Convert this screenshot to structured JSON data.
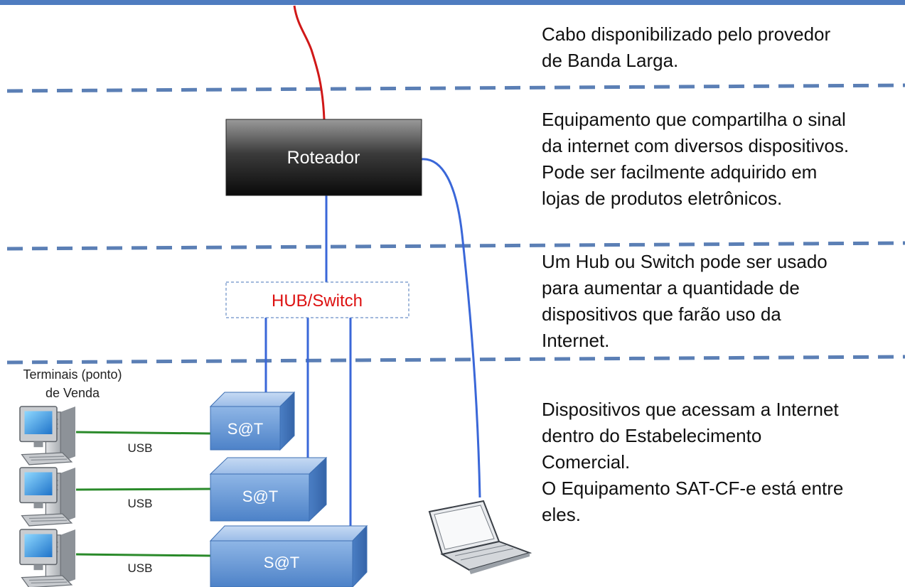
{
  "router": {
    "label": "Roteador"
  },
  "hub": {
    "label": "HUB/Switch"
  },
  "terminals_label": "Terminais (ponto)\nde Venda",
  "sat_devices": [
    {
      "label": "S@T",
      "link_label": "USB"
    },
    {
      "label": "S@T",
      "link_label": "USB"
    },
    {
      "label": "S@T",
      "link_label": "USB"
    }
  ],
  "descriptions": [
    "Cabo disponibilizado pelo provedor\nde Banda Larga.",
    "Equipamento que compartilha o sinal\nda internet com diversos dispositivos.\nPode ser facilmente adquirido em\nlojas de produtos eletrônicos.",
    "Um Hub ou Switch pode ser usado\npara aumentar a quantidade de\ndispositivos que farão uso da\nInternet.",
    "Dispositivos que acessam a Internet\ndentro do Estabelecimento\nComercial.\nO Equipamento SAT-CF-e está entre\neles."
  ],
  "colors": {
    "top_band": "#4f7cc0",
    "dashed_separator": "#5b7fb5",
    "internet_cable": "#d01818",
    "network_cable": "#3a67d8",
    "usb_cable": "#2a8a2a",
    "hub_label": "#dd1111",
    "sat_box": "#6b9bd6",
    "router_top": "#8a8a8a",
    "router_bottom": "#0e0e0e"
  }
}
